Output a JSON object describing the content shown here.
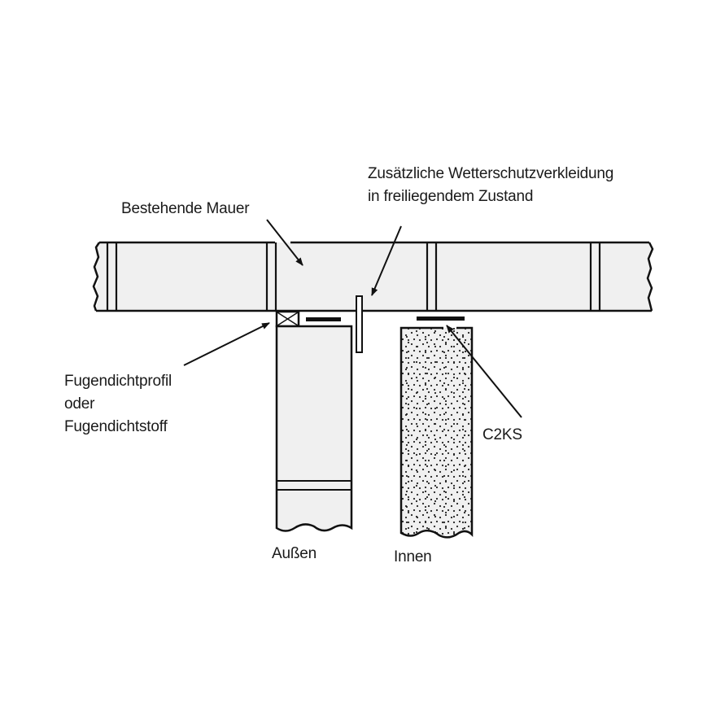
{
  "labels": {
    "existing_wall": "Bestehende Mauer",
    "weather_cladding_line1": "Zusätzliche Wetterschutzverkleidung",
    "weather_cladding_line2": "in freiliegendem Zustand",
    "joint_seal_line1": "Fugendichtprofil",
    "joint_seal_line2": "oder",
    "joint_seal_line3": "Fugendichtstoff",
    "c2ks": "C2KS",
    "outside": "Außen",
    "inside": "Innen"
  },
  "colors": {
    "fill": "#f0f0f0",
    "stroke": "#111111",
    "background": "#ffffff"
  }
}
